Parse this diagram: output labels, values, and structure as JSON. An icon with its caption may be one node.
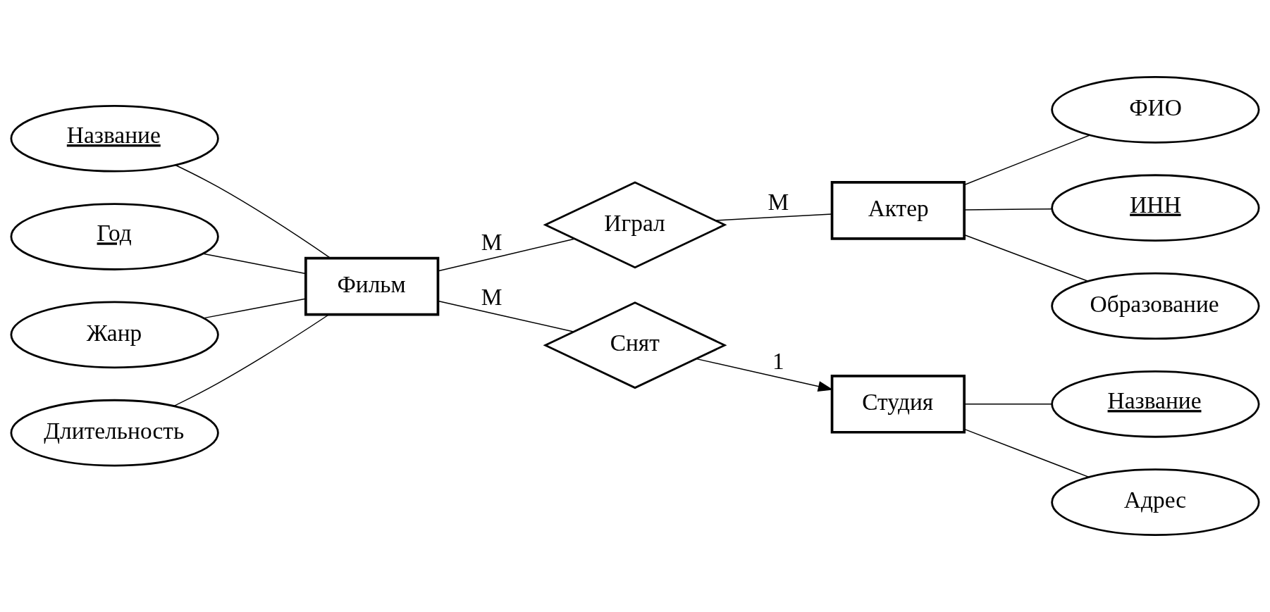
{
  "diagram": {
    "nodes": [
      {
        "text": [
          "Название"
        ]
      },
      {
        "text": [
          "Год"
        ]
      },
      {
        "text": [
          "Жанр"
        ]
      },
      {
        "text": [
          "Длительность"
        ]
      },
      {
        "text": [
          "Фильм"
        ]
      },
      {
        "text": [
          "Играл"
        ]
      },
      {
        "text": [
          "Актер"
        ]
      },
      {
        "text": [
          "ФИО"
        ]
      },
      {
        "text": [
          "ИНН"
        ]
      },
      {
        "text": [
          "Образование"
        ]
      },
      {
        "text": [
          "Снят"
        ]
      },
      {
        "text": [
          "Студия"
        ]
      },
      {
        "text": [
          "Название"
        ]
      },
      {
        "text": [
          "Адрес"
        ]
      }
    ],
    "edges": [
      {
        "from": 0,
        "to": 4,
        "arrow": "none"
      },
      {
        "from": 1,
        "to": 4,
        "arrow": "none"
      },
      {
        "from": 2,
        "to": 4,
        "arrow": "none"
      },
      {
        "from": 3,
        "to": 4,
        "arrow": "none"
      },
      {
        "from": 4,
        "to": 5,
        "arrow": "none",
        "label": "M"
      },
      {
        "from": 5,
        "to": 6,
        "arrow": "none",
        "label": "M"
      },
      {
        "from": 6,
        "to": 7,
        "arrow": "none"
      },
      {
        "from": 6,
        "to": 8,
        "arrow": "none"
      },
      {
        "from": 6,
        "to": 9,
        "arrow": "none"
      },
      {
        "from": 4,
        "to": 10,
        "arrow": "none",
        "label": "M"
      },
      {
        "from": 10,
        "to": 11,
        "arrow": "to",
        "label": "1"
      },
      {
        "from": 11,
        "to": 12,
        "arrow": "none"
      },
      {
        "from": 11,
        "to": 13,
        "arrow": "none"
      }
    ]
  }
}
